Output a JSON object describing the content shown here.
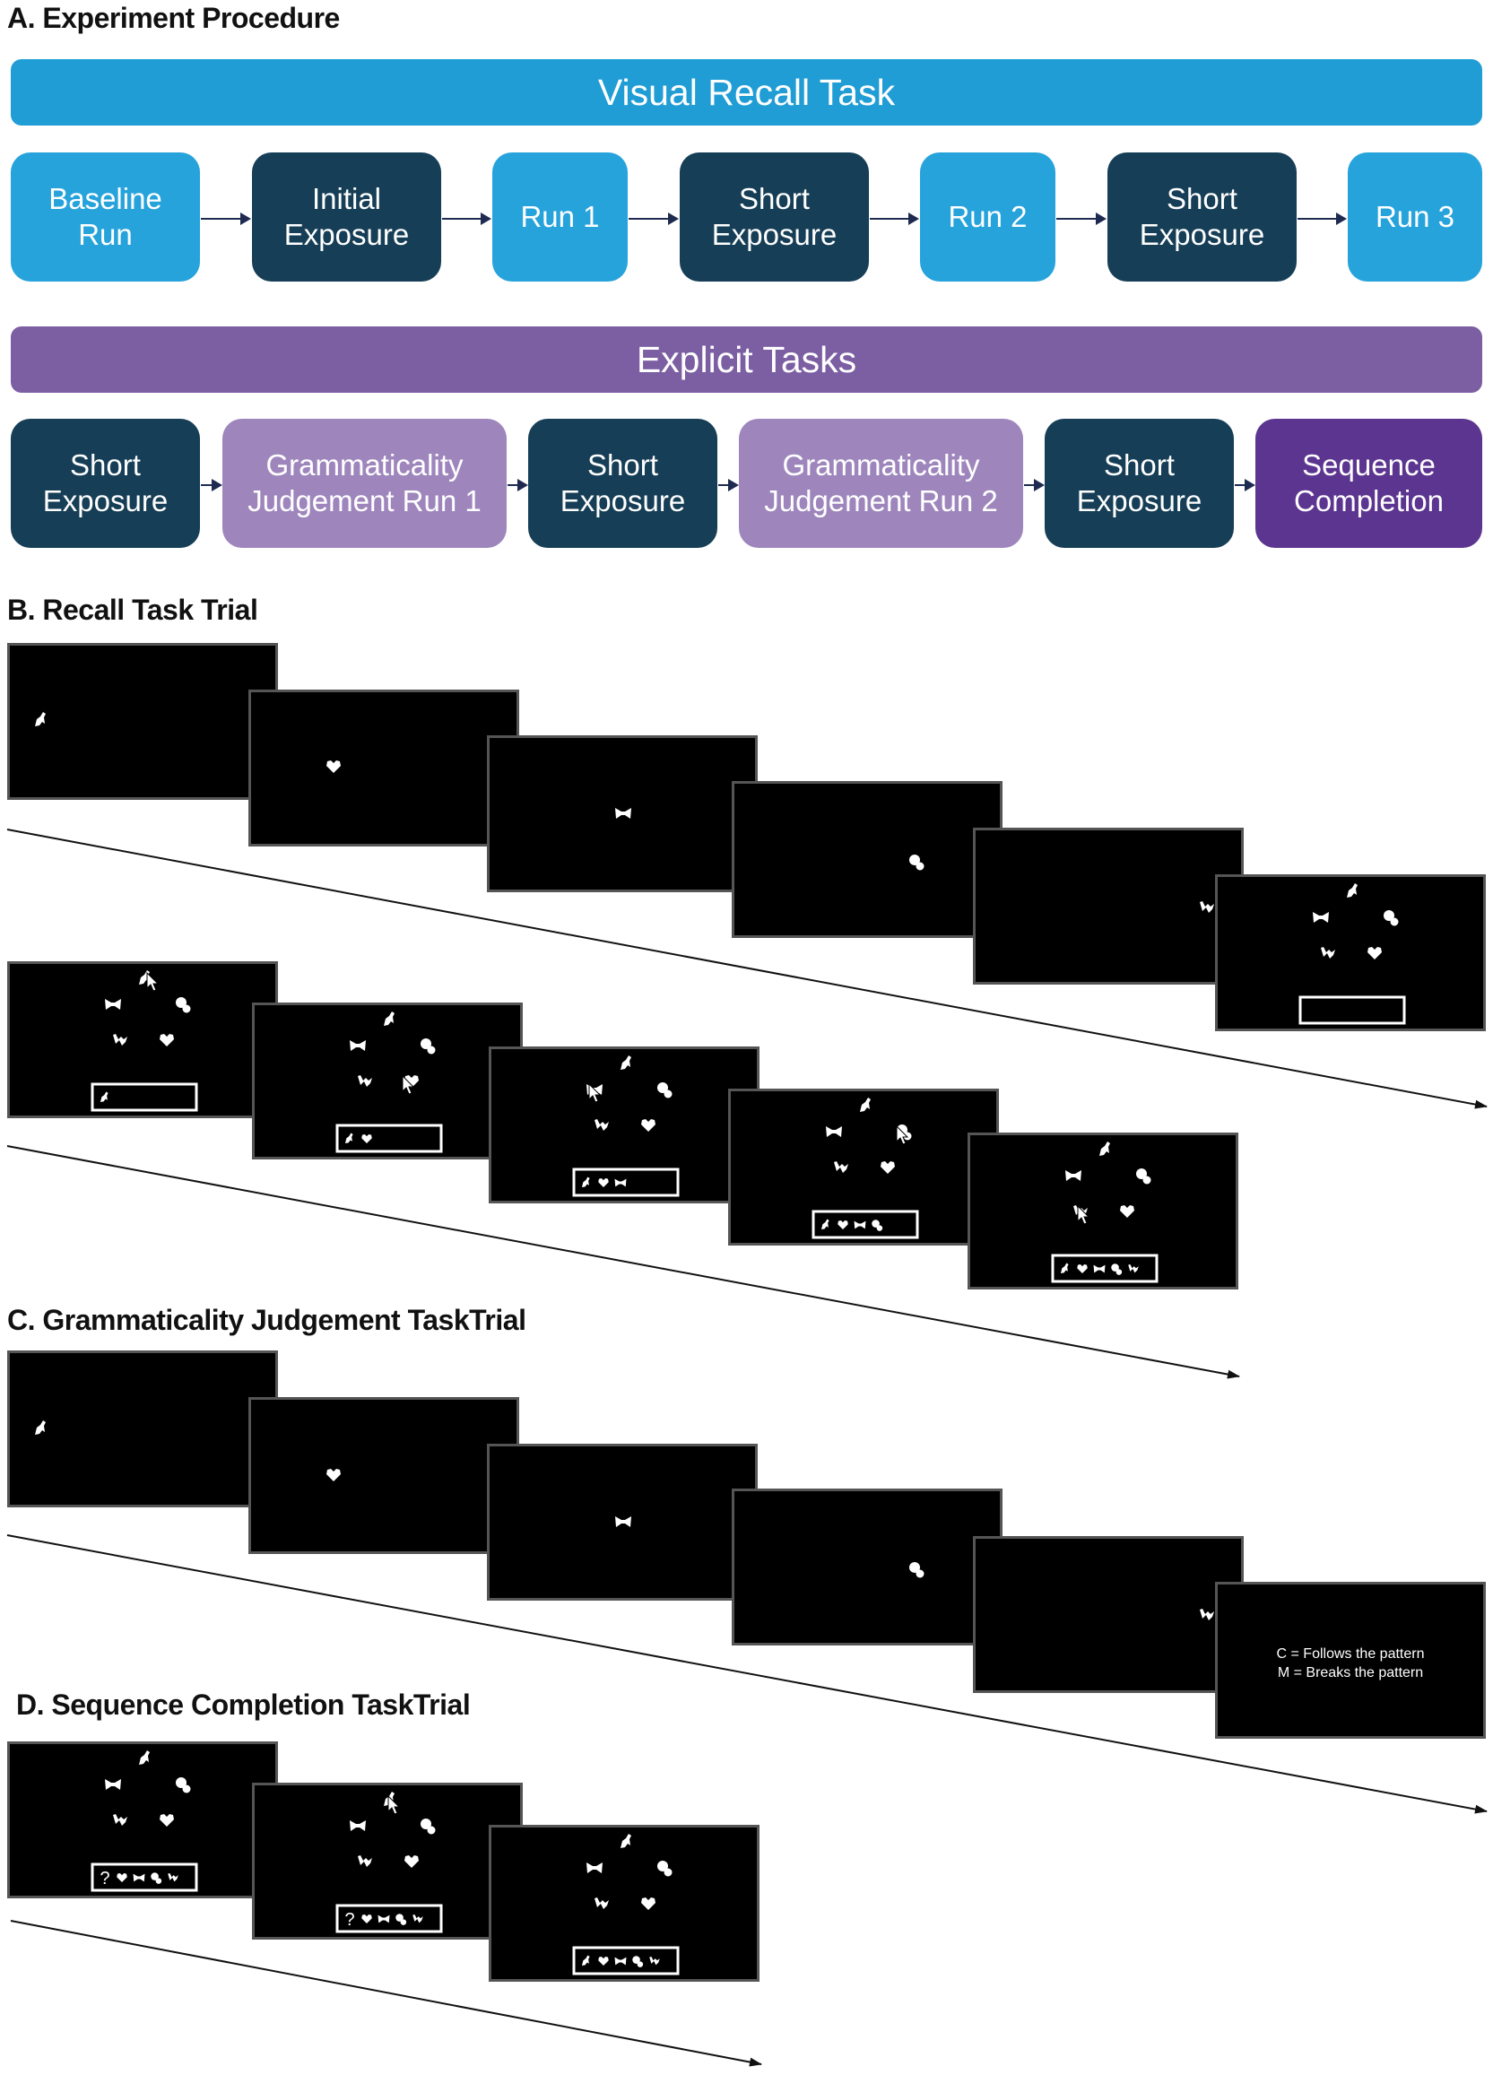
{
  "sections": {
    "a": "A. Experiment Procedure",
    "b": "B. Recall Task Trial",
    "c": "C. Grammaticality  Judgement TaskTrial",
    "d": "D.  Sequence Completion TaskTrial"
  },
  "visual_recall": {
    "banner": "Visual Recall Task",
    "steps": [
      {
        "l1": "Baseline",
        "l2": "Run"
      },
      {
        "l1": "Initial",
        "l2": "Exposure"
      },
      {
        "l1": "Run 1",
        "l2": ""
      },
      {
        "l1": "Short",
        "l2": "Exposure"
      },
      {
        "l1": "Run 2",
        "l2": ""
      },
      {
        "l1": "Short",
        "l2": "Exposure"
      },
      {
        "l1": "Run 3",
        "l2": ""
      }
    ]
  },
  "explicit": {
    "banner": "Explicit Tasks",
    "steps": [
      {
        "l1": "Short",
        "l2": "Exposure"
      },
      {
        "l1": "Grammaticality",
        "l2": "Judgement Run 1"
      },
      {
        "l1": "Short",
        "l2": "Exposure"
      },
      {
        "l1": "Grammaticality",
        "l2": "Judgement Run 2"
      },
      {
        "l1": "Short",
        "l2": "Exposure"
      },
      {
        "l1": "Sequence",
        "l2": "Completion"
      }
    ]
  },
  "gj_prompt": {
    "line1": "C = Follows the  pattern",
    "line2": "M = Breaks the pattern"
  },
  "seq_prompt_mark": "?",
  "colors": {
    "light_blue": "#27a3dc",
    "banner_blue": "#209dd5",
    "dark_teal": "#163e56",
    "lavender": "#9e86bd",
    "banner_purple": "#7c5ea3",
    "deep_purple": "#5c3590",
    "arrow": "#1e2a50"
  }
}
